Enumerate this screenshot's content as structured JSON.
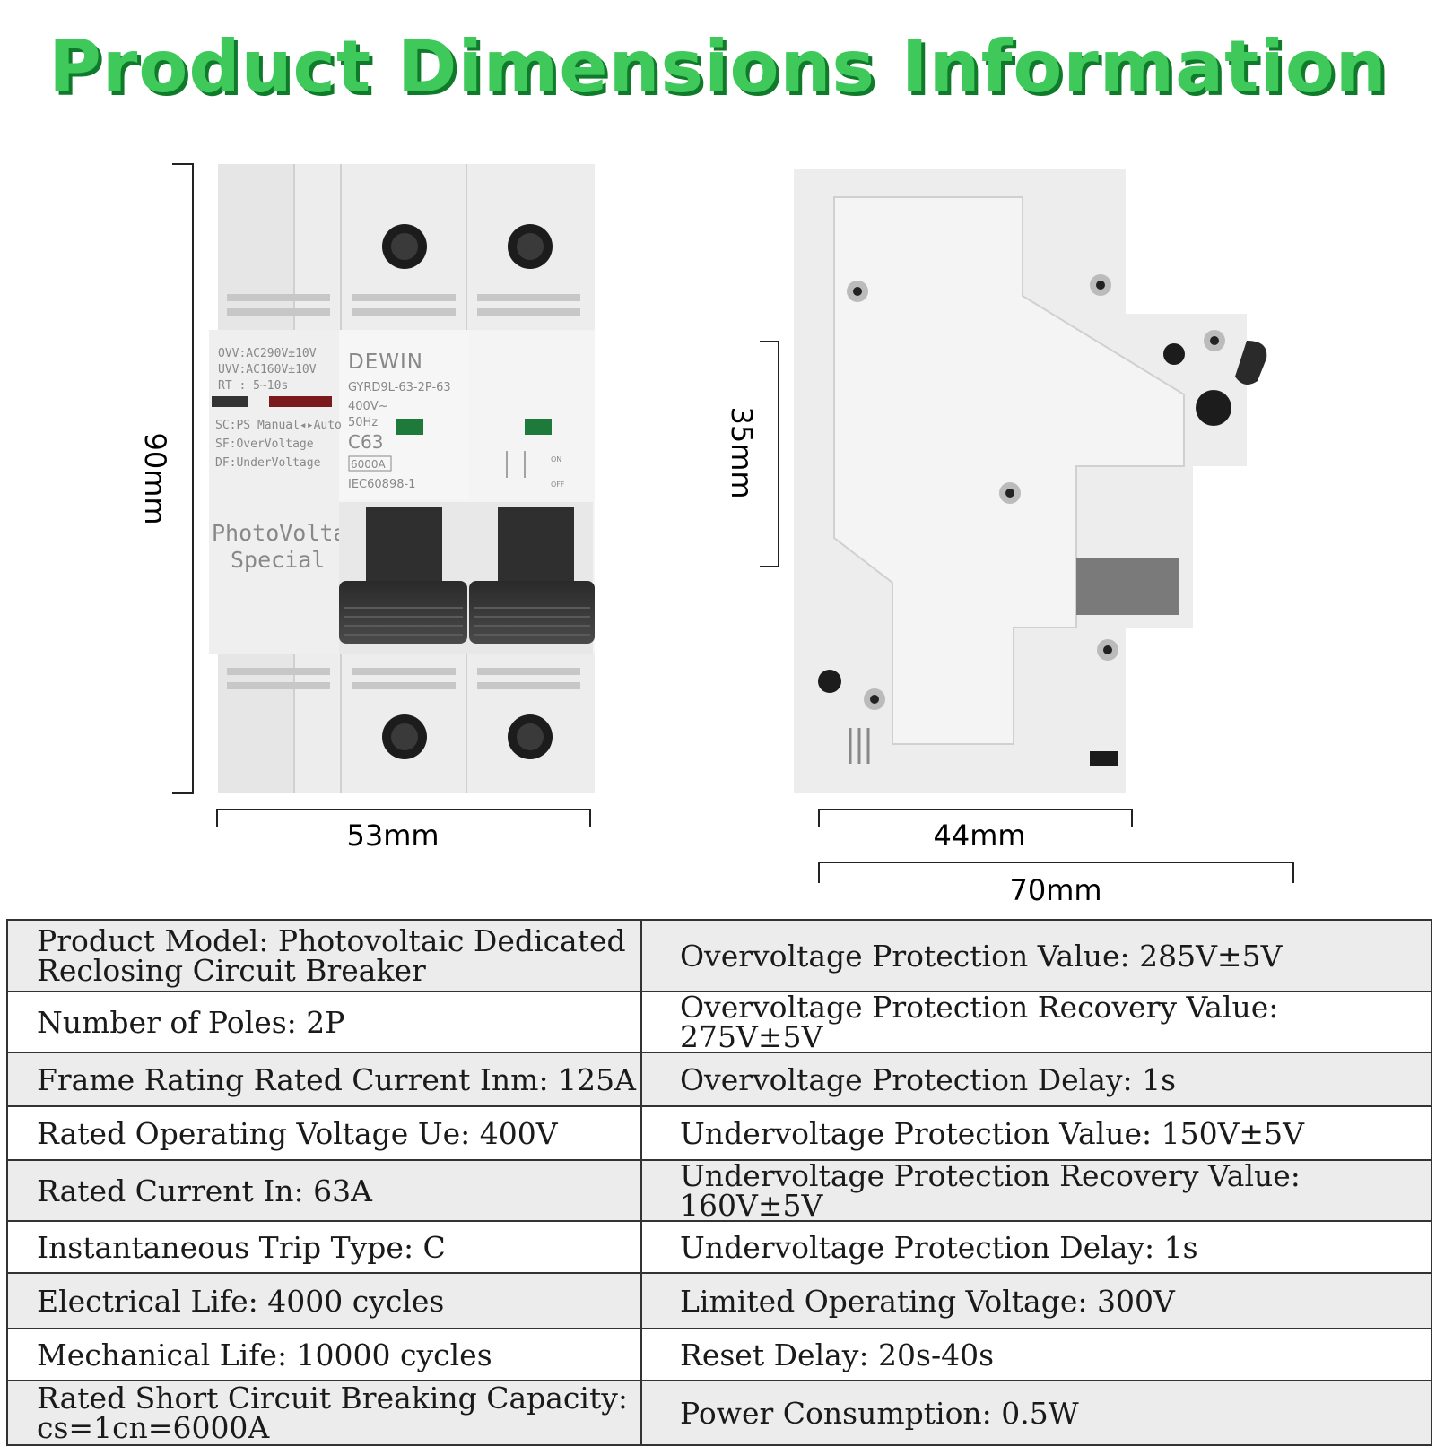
{
  "title": "Product Dimensions Information",
  "front_view": {
    "height_label": "90mm",
    "width_label": "53mm",
    "brand": "DEWIN",
    "model_code": "GYRD9L-63-2P-63",
    "voltage": "400V~",
    "frequency": "50Hz",
    "curve": "C63",
    "capacity": "6000A",
    "standard": "IEC60898-1",
    "ovv": "OVV:AC290V±10V",
    "uvv": "UVV:AC160V±10V",
    "rt": "RT :   5~10s",
    "sc": "SC:PS Manual◂▸Auto",
    "sf": "SF:OverVoltage",
    "df": "DF:UnderVoltage",
    "pv_line1": "PhotoVoltaic",
    "pv_line2": "Special",
    "on": "ON",
    "off": "OFF"
  },
  "side_view": {
    "height_label": "35mm",
    "width_label": "44mm",
    "depth_label": "70mm"
  },
  "specs": [
    [
      "Product Model: Photovoltaic Dedicated Reclosing Circuit Breaker",
      "Overvoltage Protection Value: 285V±5V"
    ],
    [
      "Number of Poles: 2P",
      "Overvoltage Protection Recovery Value: 275V±5V"
    ],
    [
      "Frame Rating Rated Current Inm: 125A",
      "Overvoltage Protection Delay: 1s"
    ],
    [
      "Rated Operating Voltage Ue: 400V",
      "Undervoltage Protection Value: 150V±5V"
    ],
    [
      "Rated Current In: 63A",
      "Undervoltage Protection Recovery Value: 160V±5V"
    ],
    [
      "Instantaneous Trip Type: C",
      "Undervoltage Protection Delay: 1s"
    ],
    [
      "Electrical Life: 4000 cycles",
      "Limited Operating Voltage: 300V"
    ],
    [
      "Mechanical Life: 10000 cycles",
      "Reset Delay: 20s-40s"
    ],
    [
      "Rated Short Circuit Breaking Capacity: cs=1cn=6000A",
      "Power Consumption: 0.5W"
    ]
  ]
}
